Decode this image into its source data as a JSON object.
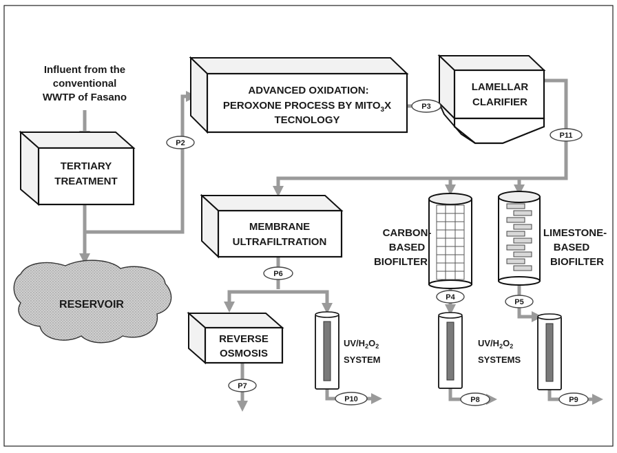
{
  "influent": {
    "line1": "Influent from the",
    "line2": "conventional",
    "line3": "WWTP of Fasano"
  },
  "tertiary": {
    "line1": "TERTIARY",
    "line2": "TREATMENT"
  },
  "reservoir": {
    "label": "RESERVOIR"
  },
  "oxidation": {
    "line1": "ADVANCED OXIDATION:",
    "line2_pre": "PEROXONE PROCESS BY MITO",
    "line2_sub": "3",
    "line2_post": "X",
    "line3": "TECNOLOGY"
  },
  "clarifier": {
    "line1": "LAMELLAR",
    "line2": "CLARIFIER"
  },
  "membrane": {
    "line1": "MEMBRANE",
    "line2": "ULTRAFILTRATION"
  },
  "carbon_biofilter": {
    "line1": "CARBON-",
    "line2": "BASED",
    "line3": "BIOFILTER"
  },
  "limestone_biofilter": {
    "line1": "LIMESTONE-",
    "line2": "BASED",
    "line3": "BIOFILTER"
  },
  "reverse_osmosis": {
    "line1": "REVERSE",
    "line2": "OSMOSIS"
  },
  "uv_system": {
    "line1_pre": "UV/H",
    "line1_sub1": "2",
    "line1_mid": "O",
    "line1_sub2": "2",
    "line2": "SYSTEM"
  },
  "uv_systems": {
    "line1_pre": "UV/H",
    "line1_sub1": "2",
    "line1_mid": "O",
    "line1_sub2": "2",
    "line2": "SYSTEMS"
  },
  "sampling_points": {
    "p2": "P2",
    "p3": "P3",
    "p4": "P4",
    "p5": "P5",
    "p6": "P6",
    "p7": "P7",
    "p8": "P8",
    "p9": "P9",
    "p10": "P10",
    "p11": "P11"
  },
  "colors": {
    "pipe": "#9a9a9a",
    "outline": "#111111",
    "reservoir_fill": "#c8c8c8",
    "uv_lamp": "#7a7a7a"
  }
}
